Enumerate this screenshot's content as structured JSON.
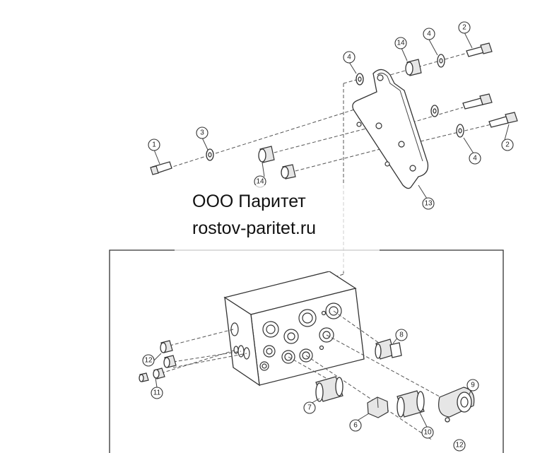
{
  "watermark": {
    "company": "ООО Паритет",
    "website": "rostov-paritet.ru"
  },
  "callouts": [
    {
      "id": "c1",
      "label": "1"
    },
    {
      "id": "c2a",
      "label": "2"
    },
    {
      "id": "c2b",
      "label": "2"
    },
    {
      "id": "c3",
      "label": "3"
    },
    {
      "id": "c4a",
      "label": "4"
    },
    {
      "id": "c4b",
      "label": "4"
    },
    {
      "id": "c4c",
      "label": "4"
    },
    {
      "id": "c6",
      "label": "6"
    },
    {
      "id": "c7",
      "label": "7"
    },
    {
      "id": "c8",
      "label": "8"
    },
    {
      "id": "c9",
      "label": "9"
    },
    {
      "id": "c10",
      "label": "10"
    },
    {
      "id": "c11",
      "label": "11"
    },
    {
      "id": "c12a",
      "label": "12"
    },
    {
      "id": "c12b",
      "label": "12"
    },
    {
      "id": "c13",
      "label": "13"
    },
    {
      "id": "c14a",
      "label": "14"
    },
    {
      "id": "c14b",
      "label": "14"
    }
  ]
}
